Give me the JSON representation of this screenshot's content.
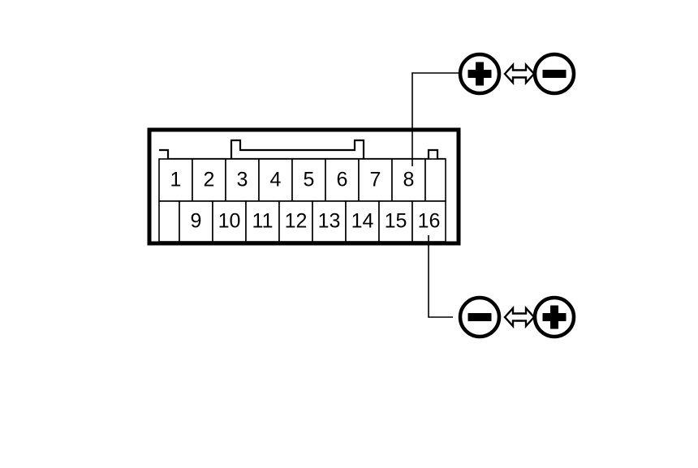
{
  "diagram": {
    "title": "16-pin connector terminal layout with polarity annotations",
    "background_color": "#ffffff",
    "line_color": "#000000",
    "connector": {
      "name": "connector-housing",
      "pin_count": 16,
      "rows": [
        {
          "name": "top-row",
          "pins": [
            "1",
            "2",
            "3",
            "4",
            "5",
            "6",
            "7",
            "8"
          ]
        },
        {
          "name": "bottom-row",
          "pins": [
            "9",
            "10",
            "11",
            "12",
            "13",
            "14",
            "15",
            "16"
          ]
        }
      ]
    },
    "annotations": [
      {
        "name": "pin-8-polarity",
        "source_pin": "8",
        "left_symbol": "plus-in-circle",
        "left_glyph": "+",
        "arrow": "double-headed-arrow",
        "right_symbol": "minus-in-circle",
        "right_glyph": "−"
      },
      {
        "name": "pin-16-polarity",
        "source_pin": "16",
        "left_symbol": "minus-in-circle",
        "left_glyph": "−",
        "arrow": "double-headed-arrow",
        "right_symbol": "plus-in-circle",
        "right_glyph": "+"
      }
    ]
  }
}
